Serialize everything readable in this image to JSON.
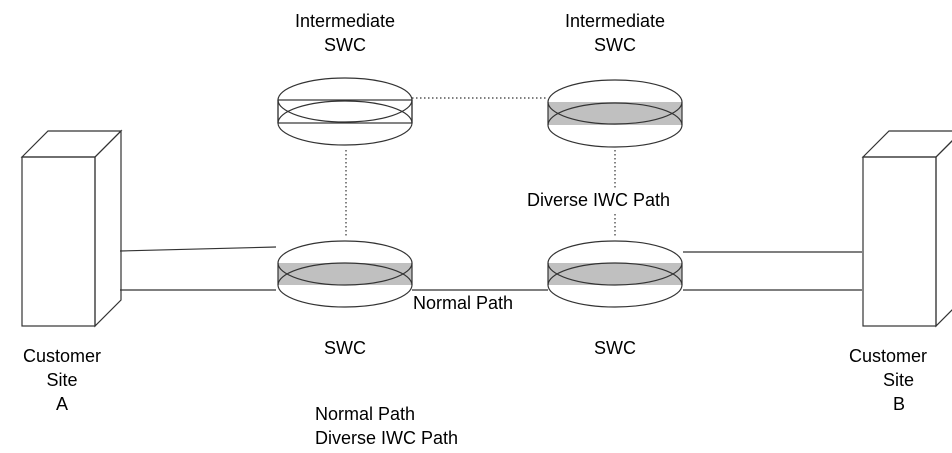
{
  "labels": {
    "intermediate_left": "Intermediate",
    "intermediate_left_sub": "SWC",
    "intermediate_right": "Intermediate",
    "intermediate_right_sub": "SWC",
    "diverse_path": "Diverse IWC Path",
    "normal_path": "Normal Path",
    "swc_left": "SWC",
    "swc_right": "SWC",
    "customer_a_line1": "Customer",
    "customer_a_line2": "Site",
    "customer_a_line3": "A",
    "customer_b_line1": "Customer",
    "customer_b_line2": "Site",
    "customer_b_line3": "B"
  },
  "legend": {
    "normal": "Normal Path",
    "diverse": "Diverse IWC Path"
  },
  "colors": {
    "swc_top": "#ffffff",
    "swc_base": "#c0c0c0",
    "server_front": "#ffffff",
    "server_side": "#c0c0c0",
    "stroke": "#333333"
  }
}
